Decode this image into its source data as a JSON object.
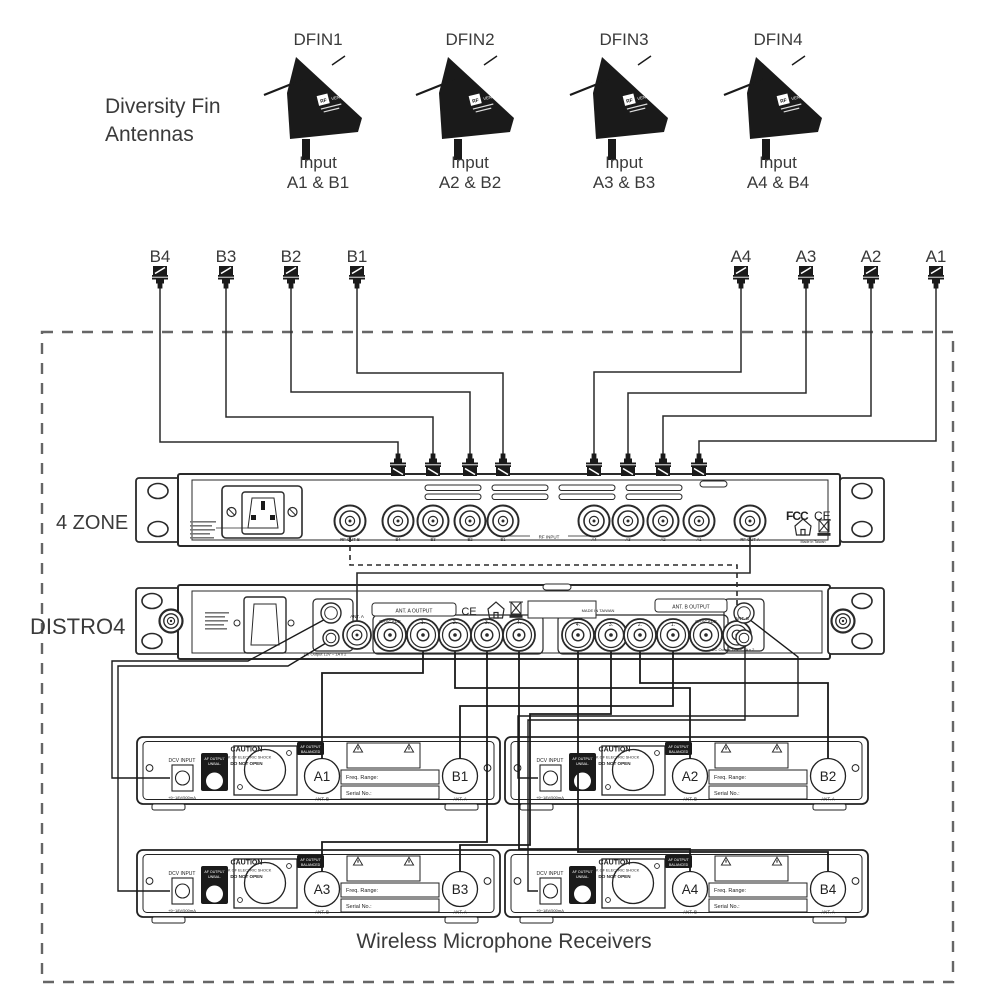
{
  "antenna_section": {
    "heading_line1": "Diversity Fin",
    "heading_line2": "Antennas",
    "logo_rf": "RF",
    "logo_venue": "VENUE",
    "units": [
      {
        "name": "DFIN1",
        "input_word": "Input",
        "input_ports": "A1 & B1"
      },
      {
        "name": "DFIN2",
        "input_word": "Input",
        "input_ports": "A2 & B2"
      },
      {
        "name": "DFIN3",
        "input_word": "Input",
        "input_ports": "A3 & B3"
      },
      {
        "name": "DFIN4",
        "input_word": "Input",
        "input_ports": "A4 & B4"
      }
    ]
  },
  "cable_labels": {
    "b": [
      "B4",
      "B3",
      "B2",
      "B1"
    ],
    "a": [
      "A4",
      "A3",
      "A2",
      "A1"
    ]
  },
  "zone_unit": {
    "name": "4 ZONE",
    "jack_labels": [
      "RF OUT B",
      "B4",
      "B3",
      "B2",
      "B1",
      "A4",
      "A3",
      "A2",
      "A1",
      "RF OUT A"
    ],
    "rf_input": "RF INPUT",
    "fcc": "FCC",
    "ce": "CE",
    "made_in": "Made in Taiwan"
  },
  "distro_unit": {
    "name": "DISTRO4",
    "ant_a": "ANT. A",
    "ant_b": "ANT. B",
    "cascade": "CASCADE",
    "group_a": "ANT. A OUTPUT",
    "group_b": "ANT. B OUTPUT",
    "a_ports": [
      "1.",
      "2.",
      "3.",
      "4."
    ],
    "b_ports": [
      "4.",
      "3.",
      "2.",
      "1."
    ],
    "made_in": "MADE IN TAIWAN",
    "ce": "CE",
    "dc_label": "DC Output 12V ~ 1A x 2"
  },
  "receivers": {
    "caption": "Wireless Microphone Receivers",
    "common": {
      "dcv": "DCV INPUT",
      "dc_rating": "+9~18V/500mA",
      "unbal_line1": "AF OUTPUT",
      "unbal_line2": "UNBAL.",
      "bal_line1": "AF OUTPUT",
      "bal_line2": "BALANCED",
      "caution_title": "CAUTION",
      "caution_line1": "RISK OF ELECTRIC SHOCK",
      "caution_line2": "DO NOT OPEN",
      "freq": "Freq. Range:",
      "serial": "Serial No.:",
      "ant_a": "ANT. A",
      "ant_b": "ANT. B"
    },
    "units": [
      {
        "a": "A1",
        "b": "B1"
      },
      {
        "a": "A2",
        "b": "B2"
      },
      {
        "a": "A3",
        "b": "B3"
      },
      {
        "a": "A4",
        "b": "B4"
      }
    ]
  }
}
